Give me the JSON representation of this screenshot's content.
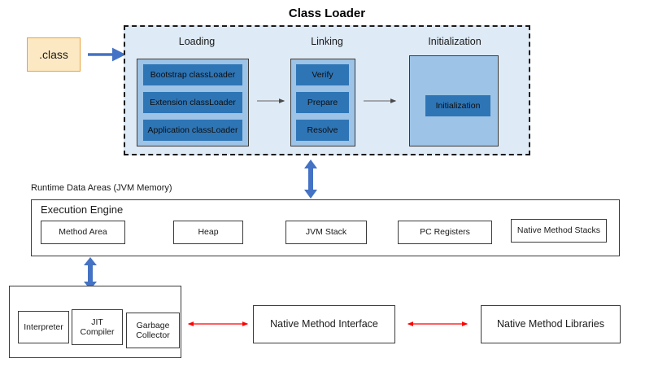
{
  "diagram": {
    "title": "Class Loader",
    "classfile": {
      "label": ".class",
      "fill": "#FCE9C4",
      "stroke": "#E8A33D"
    },
    "class_loader": {
      "border_style": "dashed",
      "fill": "#DEEAF6",
      "phases": [
        {
          "label": "Loading",
          "items": [
            "Bootstrap classLoader",
            "Extension classLoader",
            "Application classLoader"
          ]
        },
        {
          "label": "Linking",
          "items": [
            "Verify",
            "Prepare",
            "Resolve"
          ]
        },
        {
          "label": "Initialization",
          "items": [
            "Initialization"
          ]
        }
      ],
      "container_fill": "#9DC3E6",
      "item_fill": "#2E75B6"
    },
    "runtime_data_areas": {
      "caption": "Runtime Data Areas (JVM Memory)",
      "inner_label": "Execution Engine",
      "boxes": [
        "Method Area",
        "Heap",
        "JVM  Stack",
        "PC Registers",
        "Native Method Stacks"
      ]
    },
    "execution_engine": {
      "boxes": [
        "Interpreter",
        "JIT\nCompiler",
        "Garbage\nCollector"
      ],
      "box_labels": [
        {
          "line1": "Interpreter",
          "line2": ""
        },
        {
          "line1": "JIT",
          "line2": "Compiler"
        },
        {
          "line1": "Garbage",
          "line2": "Collector"
        }
      ]
    },
    "native_method_interface": {
      "label": "Native Method Interface"
    },
    "native_method_libraries": {
      "label": "Native Method Libraries"
    },
    "arrows": {
      "classfile_to_loader": {
        "type": "single",
        "color": "#4472C4"
      },
      "loading_to_linking": {
        "type": "single",
        "color": "#7F7F7F"
      },
      "linking_to_init": {
        "type": "single",
        "color": "#7F7F7F"
      },
      "loader_to_runtime": {
        "type": "double",
        "color": "#4472C4"
      },
      "runtime_to_engine": {
        "type": "double",
        "color": "#4472C4"
      },
      "engine_to_nmi": {
        "type": "double",
        "color": "#FF0000"
      },
      "nmi_to_nml": {
        "type": "double",
        "color": "#FF0000"
      }
    }
  }
}
